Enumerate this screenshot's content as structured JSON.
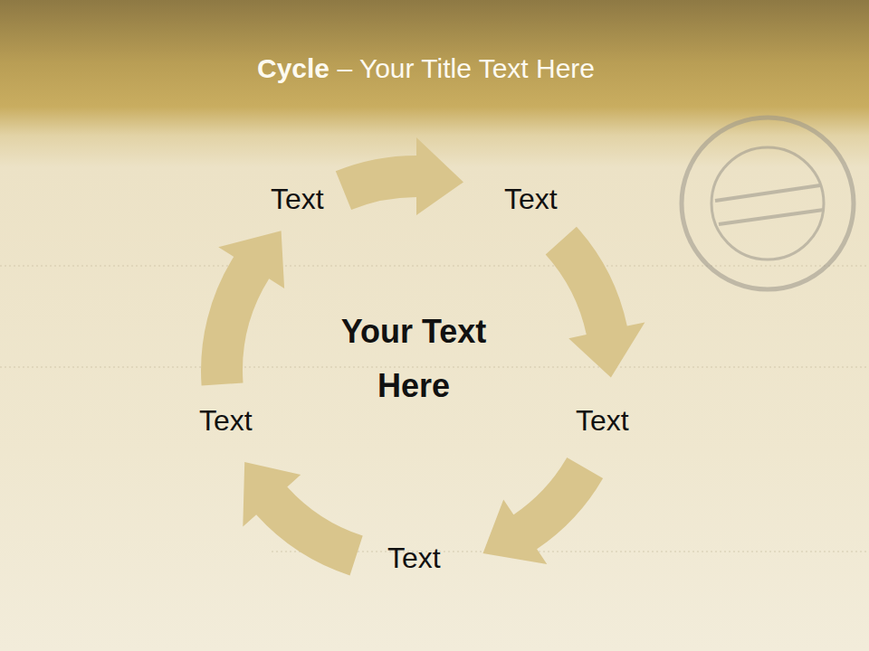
{
  "diagram": {
    "title": "Cycle – Your Title Text Here",
    "labels": [
      "Text",
      "Text",
      "Your Text Here",
      "Text",
      "Text",
      "Text"
    ]
  }
}
